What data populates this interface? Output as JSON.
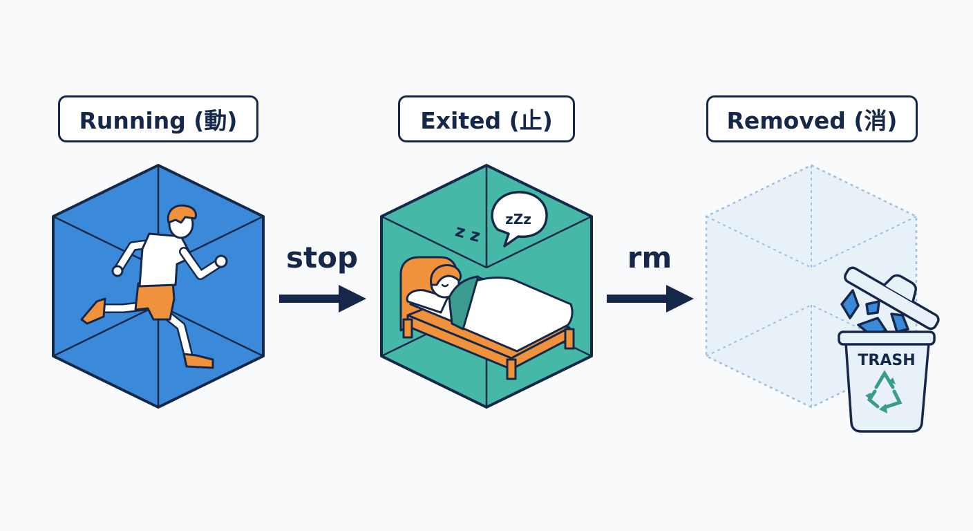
{
  "states": [
    {
      "label": "Running (動)",
      "color": "#3a8ad9",
      "icon": "running-person-icon"
    },
    {
      "label": "Exited (止)",
      "color": "#46b8a7",
      "icon": "sleeping-in-bed-icon"
    },
    {
      "label": "Removed (消)",
      "color": "#e8f0f8",
      "icon": "trash-can-icon"
    }
  ],
  "transitions": [
    {
      "label": "stop"
    },
    {
      "label": "rm"
    }
  ],
  "sleep_bubble": "zZz",
  "sleep_letters": "z z",
  "trash_label": "TRASH",
  "colors": {
    "outline": "#16284a",
    "running": "#3a8ad9",
    "exited": "#46b8a7",
    "removed_fill": "#e8f0f8",
    "removed_edge": "#9cbfe4",
    "accent_orange": "#f0923b",
    "background": "#f9fafb"
  }
}
